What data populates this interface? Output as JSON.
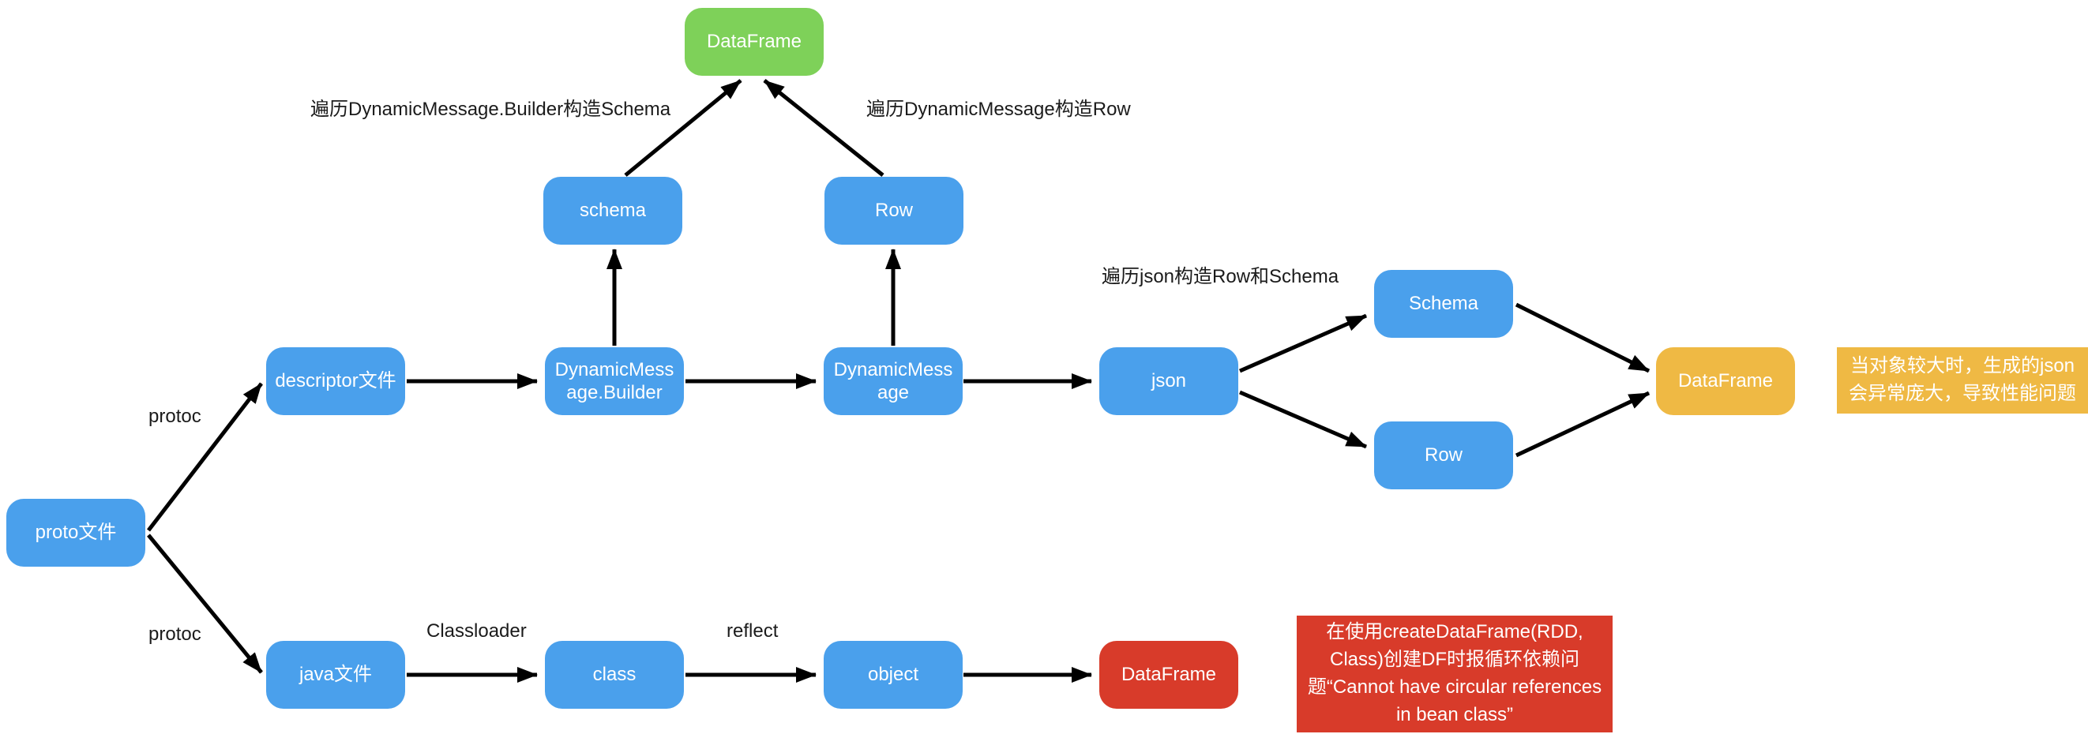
{
  "colors": {
    "node_blue": "#4aa0ec",
    "node_green": "#7ed159",
    "node_orange": "#efb944",
    "node_red": "#d83b2a",
    "node_text": "#ffffff",
    "label_text": "#1b1b1b",
    "arrow": "#000000"
  },
  "nodes": {
    "dataframe_green": {
      "label": "DataFrame"
    },
    "schema_top": {
      "label": "schema"
    },
    "row_top": {
      "label": "Row"
    },
    "descriptor_file": {
      "label": "descriptor文件"
    },
    "dynamic_message_builder": {
      "label": "DynamicMessage.Builder"
    },
    "dynamic_message": {
      "label": "DynamicMessage"
    },
    "json": {
      "label": "json"
    },
    "schema_right": {
      "label": "Schema"
    },
    "row_right": {
      "label": "Row"
    },
    "dataframe_orange": {
      "label": "DataFrame"
    },
    "proto_file": {
      "label": "proto文件"
    },
    "java_file": {
      "label": "java文件"
    },
    "class": {
      "label": "class"
    },
    "object": {
      "label": "object"
    },
    "dataframe_red": {
      "label": "DataFrame"
    }
  },
  "edge_labels": {
    "builder_schema": "遍历DynamicMessage.Builder构造Schema",
    "dm_row": "遍历DynamicMessage构造Row",
    "json_row_schema": "遍历json构造Row和Schema",
    "protoc_top": "protoc",
    "protoc_bottom": "protoc",
    "classloader": "Classloader",
    "reflect": "reflect"
  },
  "notes": {
    "json_performance": "当对象较大时，生成的json会异常庞大，导致性能问题",
    "circular_reference": "在使用createDataFrame(RDD, Class)创建DF时报循环依赖问题“Cannot have circular references in bean class”"
  }
}
